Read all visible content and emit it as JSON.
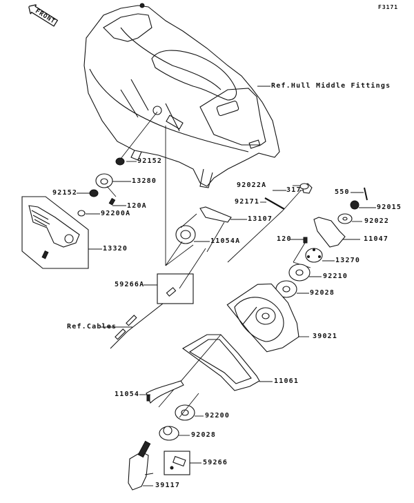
{
  "figure_id": "F3171",
  "front_indicator": "FRONT",
  "labels": {
    "ref_hull": "Ref.Hull Middle Fittings",
    "ref_cables": "Ref.Cables",
    "p92152_a": "92152",
    "p13280": "13280",
    "p92152_b": "92152",
    "p120A": "120A",
    "p92200A": "92200A",
    "p13320": "13320",
    "p13107": "13107",
    "p11054A": "11054A",
    "p59266A": "59266A",
    "p317": "317",
    "p92022A": "92022A",
    "p92171": "92171",
    "p550": "550",
    "p92015": "92015",
    "p92022": "92022",
    "p11047": "11047",
    "p120": "120",
    "p13270": "13270",
    "p92210": "92210",
    "p92028_a": "92028",
    "p39021": "39021",
    "p11061": "11061",
    "p11054": "11054",
    "p92200": "92200",
    "p92028_b": "92028",
    "p59266": "59266",
    "p39117": "39117"
  }
}
